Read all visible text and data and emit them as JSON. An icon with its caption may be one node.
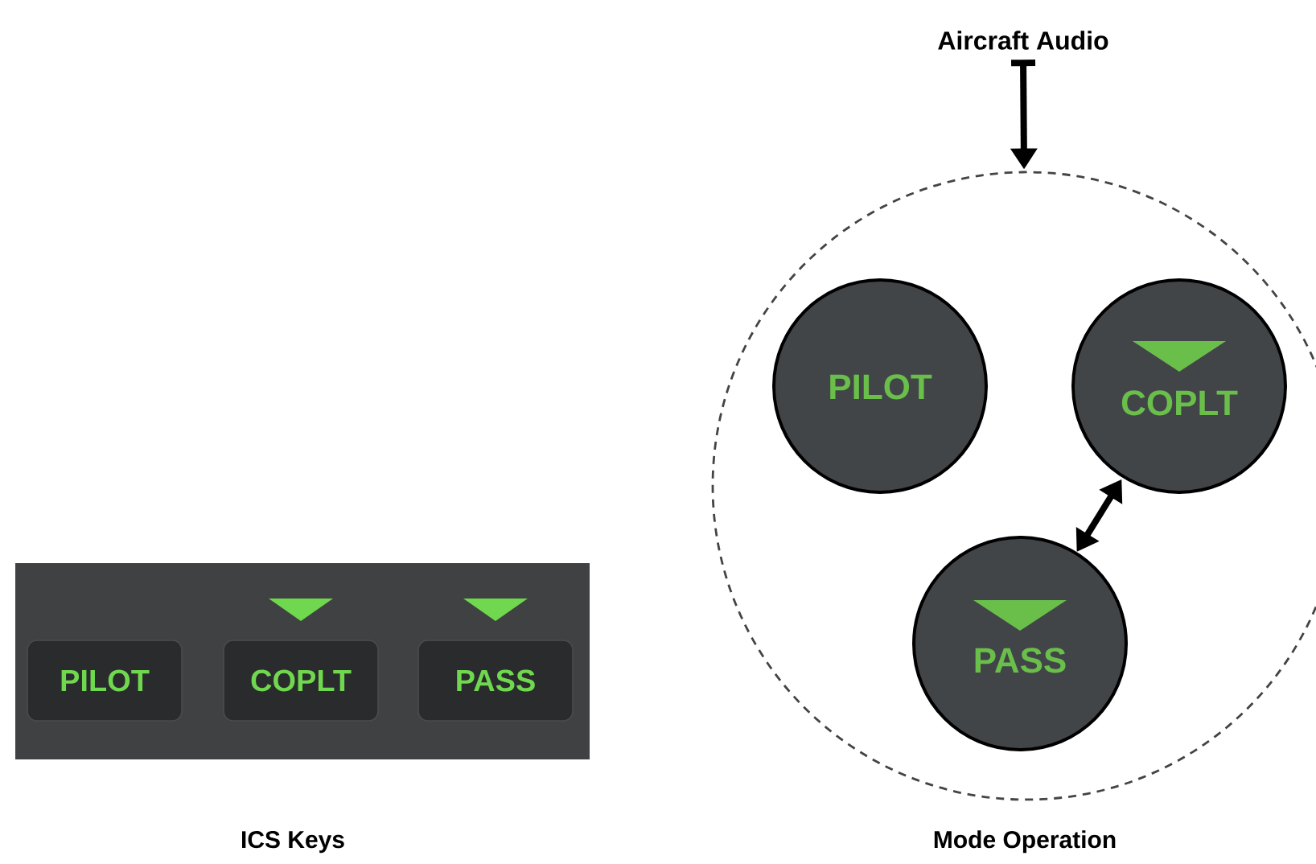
{
  "diagram": {
    "nodes": [
      {
        "text": [],
        "shape": "box"
      },
      {
        "text": [
          "PILOT"
        ],
        "in": 0
      },
      {
        "text": [
          "COPLT"
        ],
        "in": 0
      },
      {
        "text": [
          "PASS"
        ],
        "in": 0
      },
      {
        "text": [
          "Aircraft Audio"
        ]
      },
      {
        "text": [],
        "shape": "circle"
      },
      {
        "text": [
          "PILOT"
        ],
        "in": 5
      },
      {
        "text": [
          "COPLT"
        ],
        "in": 5
      },
      {
        "text": [
          "PASS"
        ],
        "in": 5
      }
    ],
    "edges": [
      {
        "from": 4,
        "to": 5,
        "arrow": "to"
      },
      {
        "from": 8,
        "to": 7,
        "arrow": "both"
      }
    ],
    "labels": [
      "ICS Keys",
      "Mode Operation"
    ]
  }
}
